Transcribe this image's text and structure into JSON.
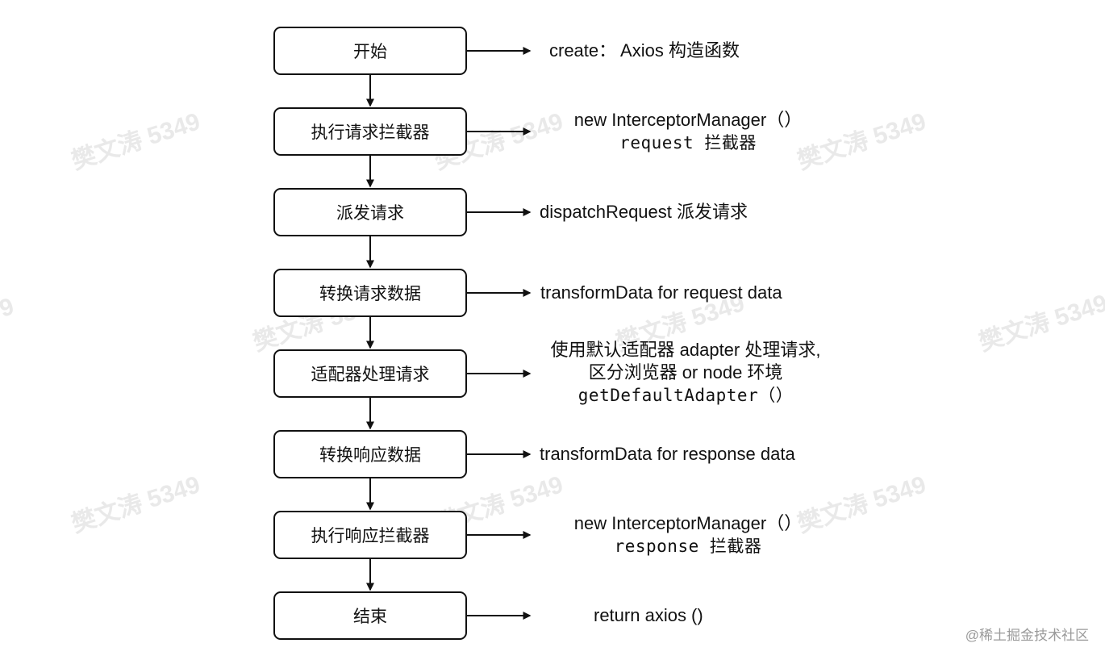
{
  "watermark": {
    "text": "樊文涛 5349",
    "fragment": "9"
  },
  "steps": [
    {
      "label": "开始"
    },
    {
      "label": "执行请求拦截器"
    },
    {
      "label": "派发请求"
    },
    {
      "label": "转换请求数据"
    },
    {
      "label": "适配器处理请求"
    },
    {
      "label": "转换响应数据"
    },
    {
      "label": "执行响应拦截器"
    },
    {
      "label": "结束"
    }
  ],
  "notes": {
    "start": {
      "text": "create：  Axios 构造函数"
    },
    "request_interceptor": {
      "line1": "new InterceptorManager（）",
      "line2": "request  拦截器"
    },
    "dispatch": {
      "text": "dispatchRequest 派发请求"
    },
    "transform_request": {
      "text": "transformData for request data"
    },
    "adapter": {
      "line1": "使用默认适配器 adapter 处理请求,",
      "line2": "区分浏览器 or node 环境",
      "line3": "getDefaultAdapter（）"
    },
    "transform_response": {
      "text": "transformData for response data"
    },
    "response_interceptor": {
      "line1": "new InterceptorManager（）",
      "line2": "response  拦截器"
    },
    "end": {
      "text": "return axios ()"
    }
  },
  "credit": "@稀土掘金技术社区",
  "colors": {
    "stroke": "#111111",
    "watermark": "#e9e9e9",
    "credit": "#9a9a9a"
  }
}
